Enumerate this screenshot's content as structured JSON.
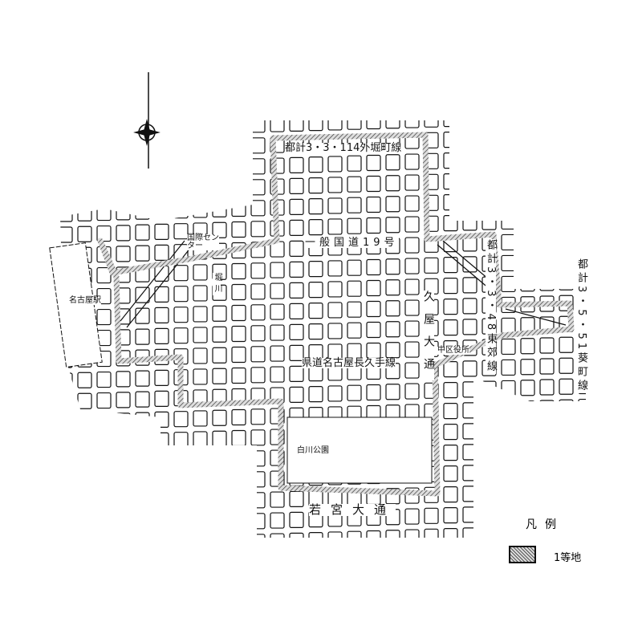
{
  "labels": {
    "sotobori": "都計3・3・114外堀町線",
    "route19": "一般国道19号",
    "hisaya": "久屋大通",
    "higashi": "都計3・3・48東郊線",
    "aoi": "都計3・5・51葵町線",
    "prefroad": "県道名古屋長久手線",
    "ward_office": "中区役所",
    "park": "白川公園",
    "wakamiya": "若宮大通",
    "station": "名古屋駅",
    "intl_center": "国際センター",
    "horikawa": "堀川"
  },
  "legend": {
    "title": "凡例",
    "items": [
      {
        "label": "1等地",
        "pattern": "hatched-boundary"
      }
    ]
  },
  "colors": {
    "ink": "#111111",
    "paper": "#ffffff"
  }
}
